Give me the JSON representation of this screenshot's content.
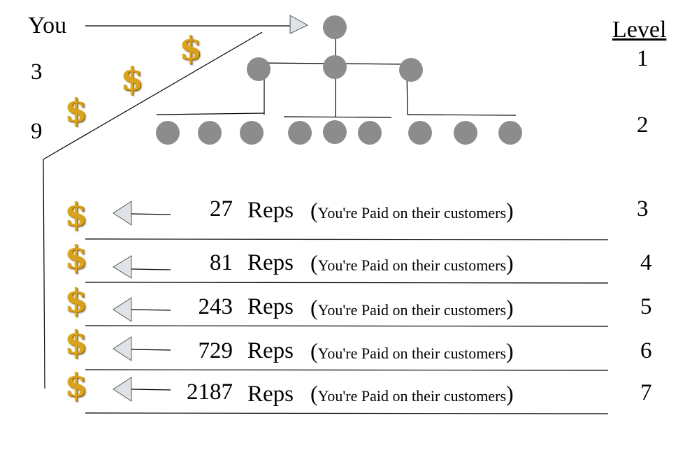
{
  "you_label": "You",
  "level_header": "Level",
  "top_levels": [
    {
      "level": "1",
      "count": "3"
    },
    {
      "level": "2",
      "count": "9"
    }
  ],
  "dollar_symbol": "$",
  "rows": [
    {
      "count": "27",
      "unit": "Reps",
      "open": "(",
      "note": "You're Paid on their customers",
      "close": ")",
      "level": "3"
    },
    {
      "count": "81",
      "unit": "Reps",
      "open": "(",
      "note": "You're Paid on their customers",
      "close": ")",
      "level": "4"
    },
    {
      "count": "243",
      "unit": "Reps",
      "open": "(",
      "note": "You're Paid on their customers",
      "close": ")",
      "level": "5"
    },
    {
      "count": "729",
      "unit": "Reps",
      "open": "(",
      "note": "You're Paid on their customers",
      "close": ")",
      "level": "6"
    },
    {
      "count": "2187",
      "unit": "Reps",
      "open": "(",
      "note": "You're Paid on their customers",
      "close": ")",
      "level": "7"
    }
  ],
  "colors": {
    "node_fill": "#8c8c8c",
    "arrow_fill": "#dfe3e8",
    "dollar_gold": "#d9a21d",
    "line": "#000000"
  }
}
